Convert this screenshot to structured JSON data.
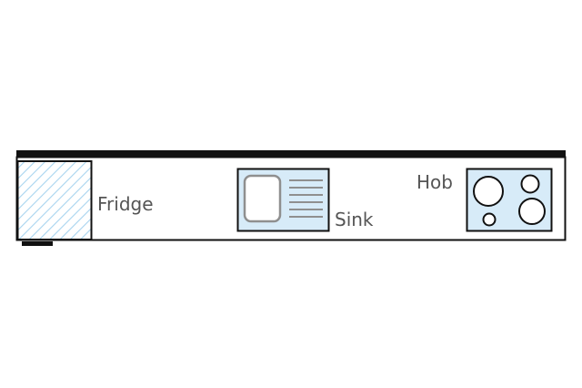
{
  "labels": {
    "fridge": "Fridge",
    "sink": "Sink",
    "hob": "Hob"
  },
  "colors": {
    "outline": "#111111",
    "fixture_fill": "#d7ebf8",
    "hatch": "#a8d4ef",
    "sink_detail": "#8f8f8f",
    "label_text": "#555555"
  },
  "fixtures": [
    {
      "name": "fridge",
      "icon": "fridge-icon"
    },
    {
      "name": "sink",
      "icon": "sink-icon"
    },
    {
      "name": "hob",
      "icon": "hob-icon"
    }
  ]
}
